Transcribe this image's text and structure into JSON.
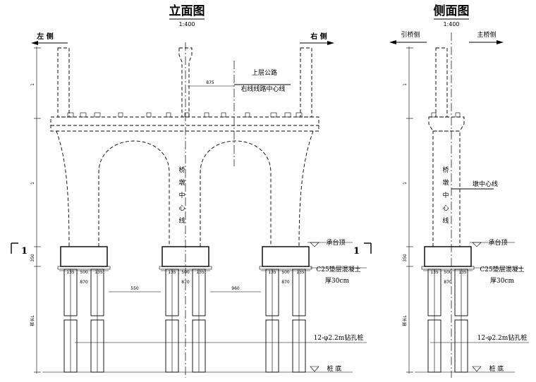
{
  "titles": {
    "elevation": "立面图",
    "elevation_scale": "1:400",
    "side": "侧面图",
    "side_scale": "1:400"
  },
  "labels": {
    "left_side": "左 侧",
    "right_side": "右 侧",
    "approach_side": "引桥侧",
    "main_side": "主桥侧",
    "upper_road": "上层公路",
    "right_line_center": "右线线路中心线",
    "pier_center": "桥墩中心线",
    "pier_center_side": "墩中心线",
    "cap_top": "承台顶",
    "cap_top_side": "承台顶",
    "cushion": "C25垫层混凝土",
    "cushion_thk": "厚30cm",
    "cushion_side": "C25垫层混凝土",
    "cushion_thk_side": "厚30cm",
    "piles": "12-φ2.2m钻孔桩",
    "piles_side": "12-φ2.2m钻孔桩",
    "pile_bottom": "桩 底",
    "pile_bottom_side": "桩 底",
    "section_mark": "1"
  },
  "dims": {
    "offset_875": "875",
    "d_550": "550",
    "d_960": "960",
    "d_500": "500",
    "d_870": "870",
    "d_135": "135",
    "d_350": "350",
    "v_top": "1",
    "v_mid": "1",
    "v_pile": "桩长L"
  }
}
